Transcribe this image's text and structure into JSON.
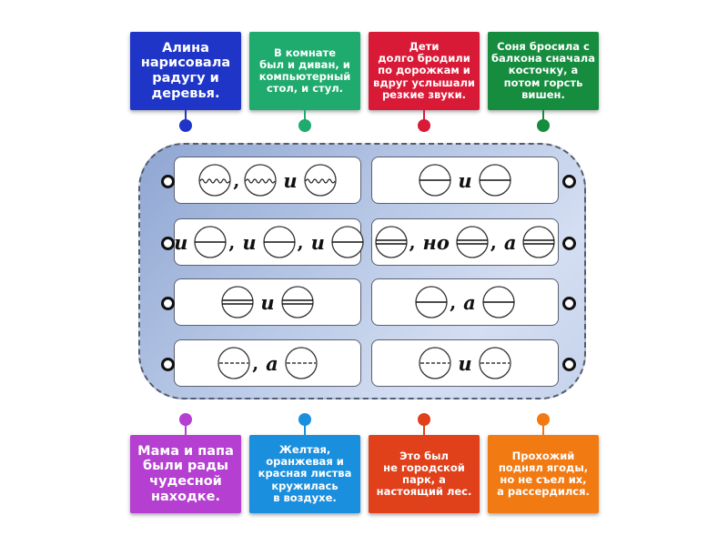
{
  "top_cards": [
    {
      "text": "Алина\nнарисовала\nрадугу и\nдеревья.",
      "color": "#1e35c8",
      "size": "big"
    },
    {
      "text": "В комнате\nбыл и диван, и\nкомпьютерный\nстол, и стул.",
      "color": "#1faa6e",
      "size": "small"
    },
    {
      "text": "Дети\nдолго бродили\nпо дорожкам и\nвдруг услышали\nрезкие звуки.",
      "color": "#d91a37",
      "size": "small"
    },
    {
      "text": "Соня бросила с\nбалкона сначала\nкосточку, а\nпотом горсть\nвишен.",
      "color": "#168c3e",
      "size": "small"
    }
  ],
  "bottom_cards": [
    {
      "text": "Мама и папа\nбыли рады\nчудесной\nнаходке.",
      "color": "#b43fd0",
      "size": "big"
    },
    {
      "text": "Желтая,\nоранжевая и\nкрасная листва\nкружилась\nв воздухе.",
      "color": "#1a8fde",
      "size": "small"
    },
    {
      "text": "Это был\nне городской\nпарк, а\nнастоящий лес.",
      "color": "#e0401a",
      "size": "small"
    },
    {
      "text": "Прохожий\nподнял ягоды,\nно не съел их,\nа рассердился.",
      "color": "#f27a12",
      "size": "small"
    }
  ],
  "slots": [
    {
      "id": "left-1",
      "tokens": [
        {
          "t": "sym",
          "k": "wavy"
        },
        {
          "t": "comma",
          "v": ","
        },
        {
          "t": "sym",
          "k": "wavy"
        },
        {
          "t": "conj",
          "v": "и"
        },
        {
          "t": "sym",
          "k": "wavy"
        }
      ]
    },
    {
      "id": "right-1",
      "tokens": [
        {
          "t": "sym",
          "k": "single"
        },
        {
          "t": "conj",
          "v": "и"
        },
        {
          "t": "sym",
          "k": "single"
        }
      ]
    },
    {
      "id": "left-2",
      "tokens": [
        {
          "t": "conj",
          "v": "и"
        },
        {
          "t": "sym",
          "k": "single"
        },
        {
          "t": "comma",
          "v": ","
        },
        {
          "t": "conj",
          "v": "и"
        },
        {
          "t": "sym",
          "k": "single"
        },
        {
          "t": "comma",
          "v": ","
        },
        {
          "t": "conj",
          "v": "и"
        },
        {
          "t": "sym",
          "k": "single"
        }
      ]
    },
    {
      "id": "right-2",
      "tokens": [
        {
          "t": "sym",
          "k": "double"
        },
        {
          "t": "comma",
          "v": ","
        },
        {
          "t": "conj",
          "v": "но"
        },
        {
          "t": "sym",
          "k": "double"
        },
        {
          "t": "comma",
          "v": ","
        },
        {
          "t": "conj",
          "v": "а"
        },
        {
          "t": "sym",
          "k": "double"
        }
      ]
    },
    {
      "id": "left-3",
      "tokens": [
        {
          "t": "sym",
          "k": "double"
        },
        {
          "t": "conj",
          "v": "и"
        },
        {
          "t": "sym",
          "k": "double"
        }
      ]
    },
    {
      "id": "right-3",
      "tokens": [
        {
          "t": "sym",
          "k": "single"
        },
        {
          "t": "comma",
          "v": ","
        },
        {
          "t": "conj",
          "v": "а"
        },
        {
          "t": "sym",
          "k": "single"
        }
      ]
    },
    {
      "id": "left-4",
      "tokens": [
        {
          "t": "sym",
          "k": "dashed"
        },
        {
          "t": "comma",
          "v": ","
        },
        {
          "t": "conj",
          "v": "а"
        },
        {
          "t": "sym",
          "k": "dashed"
        }
      ]
    },
    {
      "id": "right-4",
      "tokens": [
        {
          "t": "sym",
          "k": "dashed"
        },
        {
          "t": "conj",
          "v": "и"
        },
        {
          "t": "sym",
          "k": "dashed"
        }
      ]
    }
  ]
}
